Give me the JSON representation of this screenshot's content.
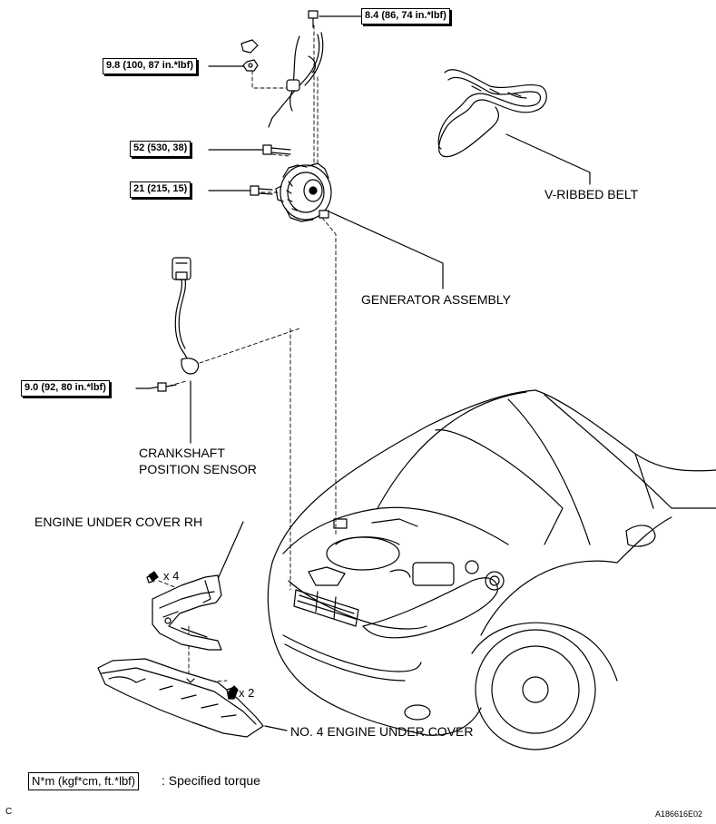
{
  "torques": {
    "bolt_top": "8.4 (86, 74 in.*lbf)",
    "nut_top": "9.8 (100, 87 in.*lbf)",
    "bolt_52": "52 (530, 38)",
    "bolt_21": "21 (215, 15)",
    "sensor_bolt": "9.0 (92, 80 in.*lbf)"
  },
  "parts": {
    "v_ribbed_belt": "V-RIBBED BELT",
    "generator_assembly": "GENERATOR ASSEMBLY",
    "crankshaft_line1": "CRANKSHAFT",
    "crankshaft_line2": "POSITION SENSOR",
    "engine_under_cover_rh": "ENGINE UNDER COVER RH",
    "no4_engine_under_cover": "NO. 4 ENGINE UNDER COVER"
  },
  "quantities": {
    "x4": "x 4",
    "x2": "x 2"
  },
  "legend": {
    "unit_box": "N*m (kgf*cm, ft.*lbf)",
    "text": ": Specified torque"
  },
  "corner": {
    "left": "C",
    "right": "A186616E02"
  }
}
